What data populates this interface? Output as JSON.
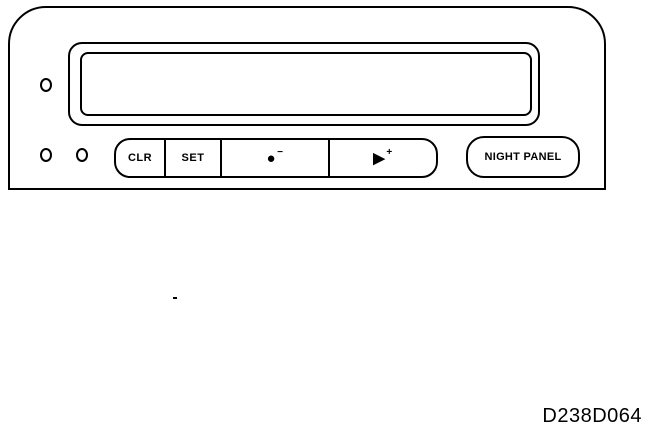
{
  "panel": {
    "buttons": {
      "clr": "CLR",
      "set": "SET",
      "down_symbol": "●",
      "down_sign": "−",
      "up_symbol": "▶",
      "up_sign": "+"
    },
    "night_panel": "NIGHT PANEL"
  },
  "reference_code": "D238D064"
}
